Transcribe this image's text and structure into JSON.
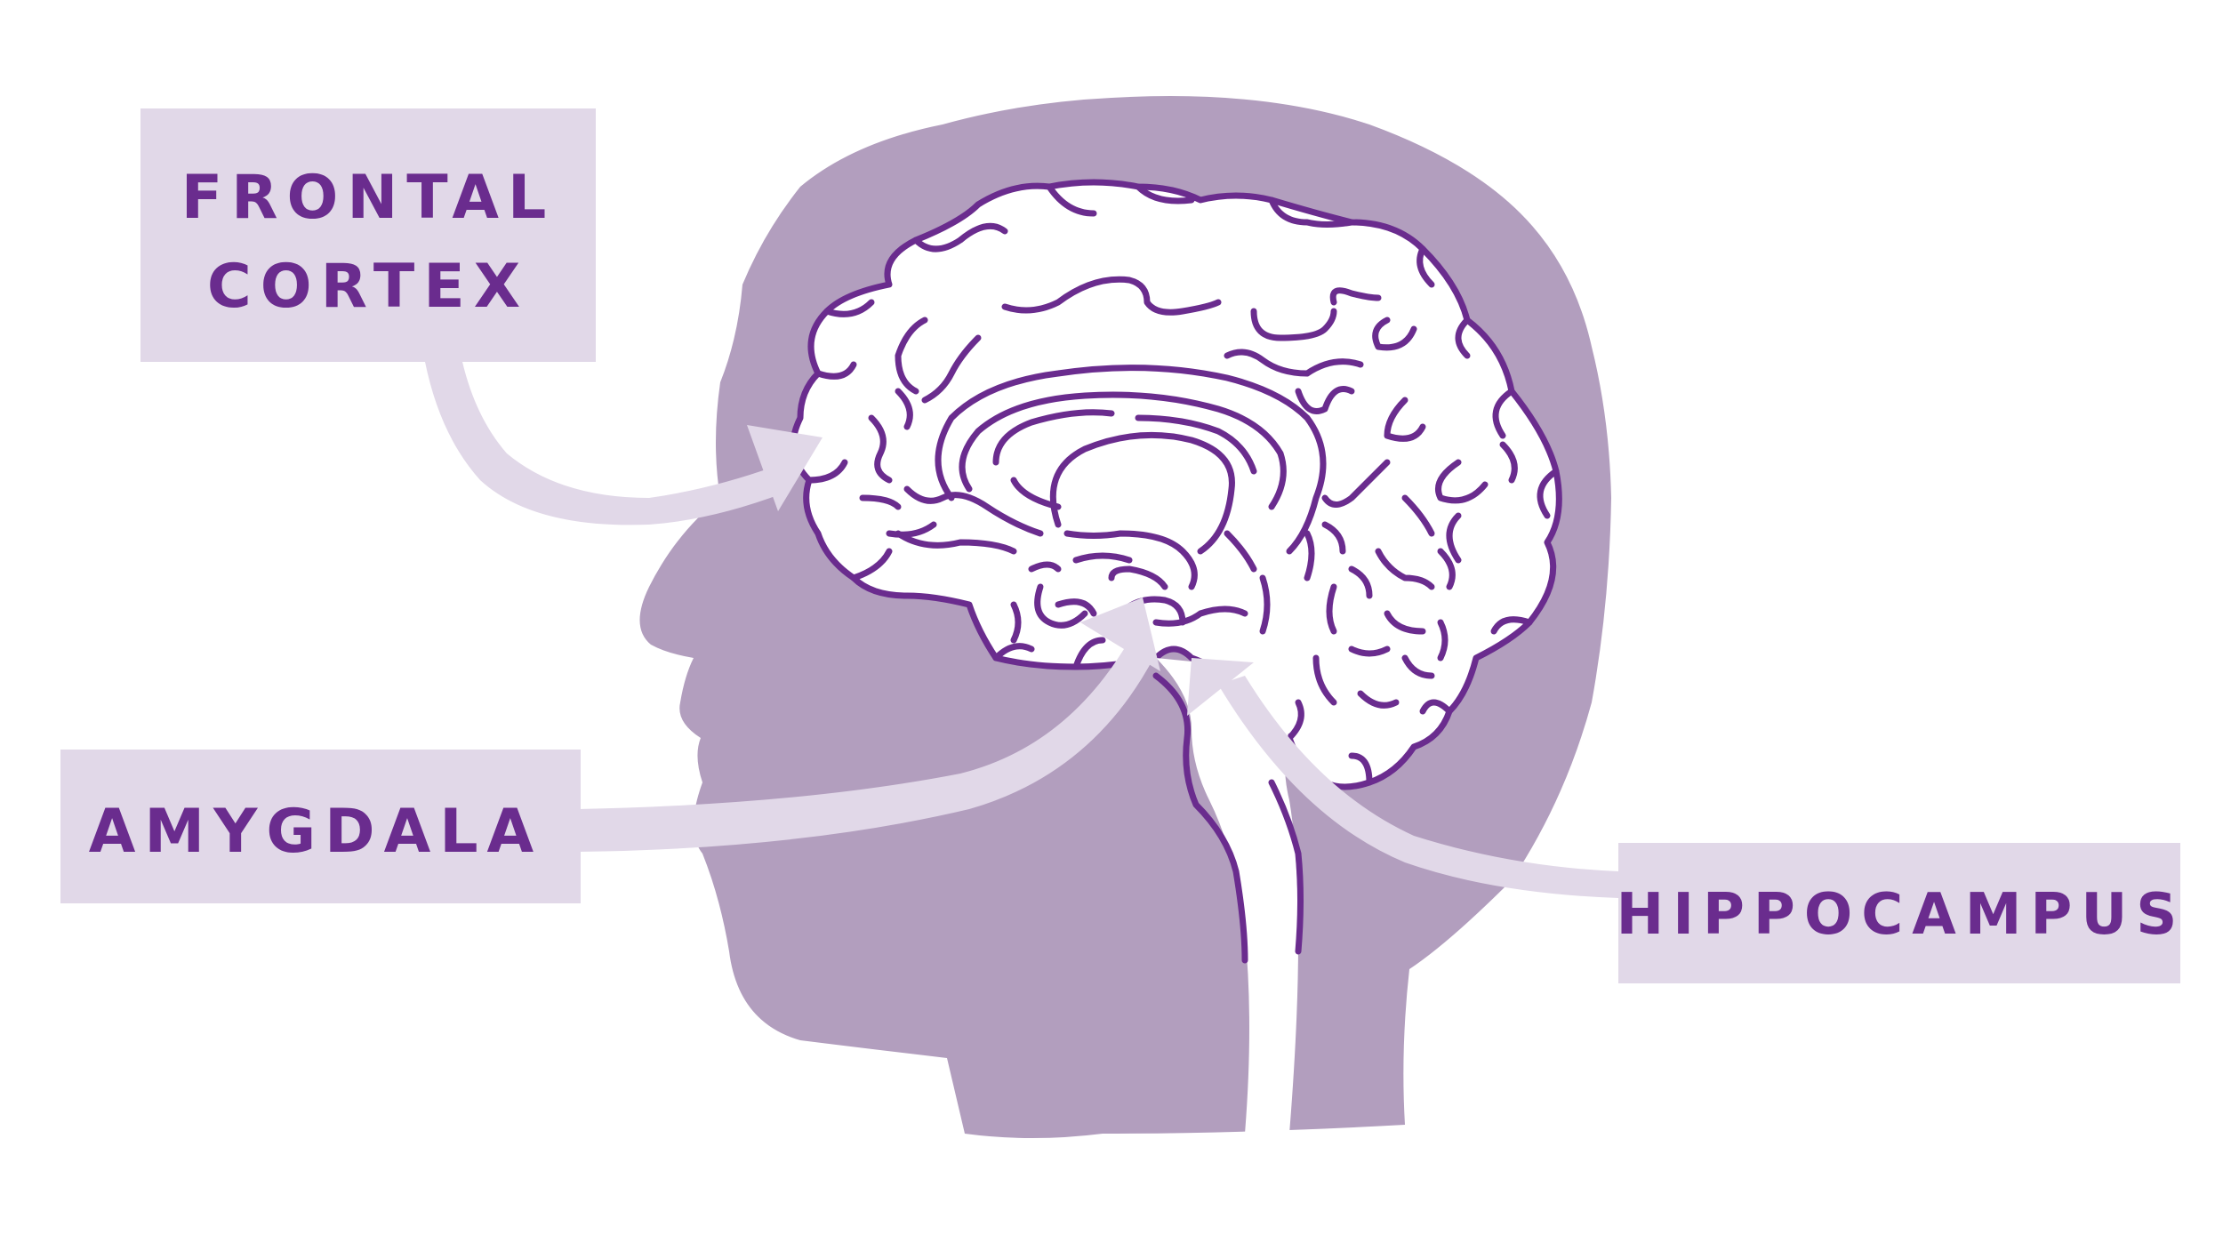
{
  "labels": {
    "frontal_cortex_line1": "FRONTAL",
    "frontal_cortex_line2": "CORTEX",
    "amygdala": "AMYGDALA",
    "hippocampus": "HIPPOCAMPUS"
  },
  "colors": {
    "background": "#ffffff",
    "head": "#b29ebe",
    "label_box": "#e1d8e8",
    "arrow": "#e1d8e8",
    "outline": "#6a2c8e",
    "brain_fill": "#ffffff"
  }
}
